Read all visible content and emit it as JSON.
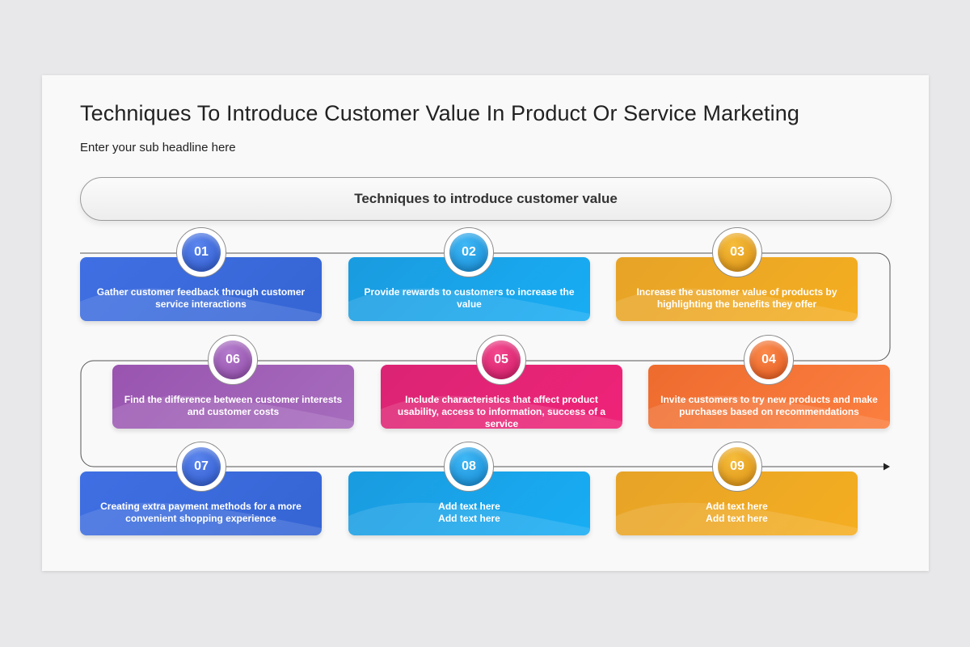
{
  "slide": {
    "title": "Techniques To Introduce Customer Value In Product Or Service Marketing",
    "subtitle": "Enter your sub headline here",
    "banner": "Techniques to introduce customer value"
  },
  "steps": [
    {
      "number": "01",
      "text": "Gather customer feedback through customer service interactions",
      "color": "#3f6fe2"
    },
    {
      "number": "02",
      "text": "Provide rewards to customers to increase the value",
      "color": "#1aa4ea"
    },
    {
      "number": "03",
      "text": "Increase the customer value of products by highlighting the benefits they offer",
      "color": "#eea823"
    },
    {
      "number": "04",
      "text": "Invite customers to try new products and make purchases based on recommendations",
      "color": "#f47536"
    },
    {
      "number": "05",
      "text": "Include characteristics that affect product usability, access to information, success of a service",
      "color": "#e52376"
    },
    {
      "number": "06",
      "text": "Find the difference between customer interests and customer costs",
      "color": "#a060b6"
    },
    {
      "number": "07",
      "text": "Creating extra payment methods for a more convenient shopping experience",
      "color": "#3f6fe2"
    },
    {
      "number": "08",
      "text": "Add text here\nAdd text here",
      "color": "#1aa4ea"
    },
    {
      "number": "09",
      "text": "Add text here\nAdd text here",
      "color": "#eea823"
    }
  ]
}
